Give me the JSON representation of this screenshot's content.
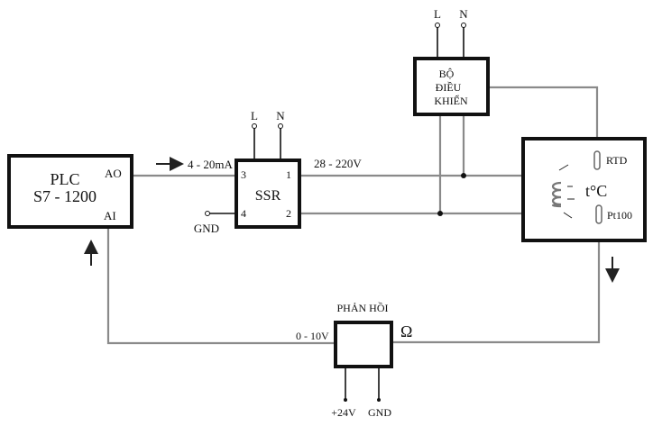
{
  "plc": {
    "title": "PLC",
    "model": "S7 - 1200",
    "ao": "AO",
    "ai": "AI"
  },
  "signal_in": "4 - 20mA",
  "ssr": {
    "title": "SSR",
    "pin1": "1",
    "pin2": "2",
    "pin3": "3",
    "pin4": "4",
    "l": "L",
    "n": "N",
    "gnd": "GND"
  },
  "load_voltage": "28 - 220V",
  "controller": {
    "line1": "BỘ",
    "line2": "ĐIỀU",
    "line3": "KHIỂN",
    "l": "L",
    "n": "N"
  },
  "oven": {
    "temp": "t°C",
    "rtd": "RTD",
    "pt100": "Pt100"
  },
  "feedback": {
    "title": "PHẢN HỒI",
    "output": "0 - 10V",
    "input_symbol": "Ω",
    "supply": "+24V",
    "gnd": "GND"
  }
}
